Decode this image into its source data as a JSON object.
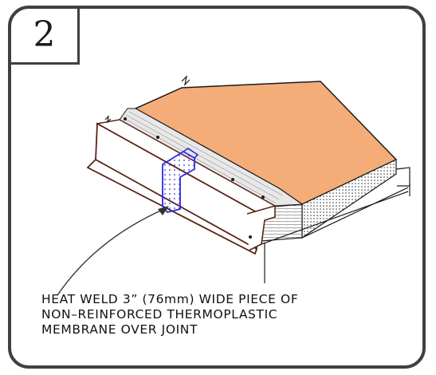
{
  "detail": {
    "step_number": "2",
    "caption_lines": [
      "HEAT WELD 3” (76mm) WIDE PIECE OF",
      "NON–REINFORCED THERMOPLASTIC",
      "MEMBRANE OVER JOINT"
    ]
  },
  "colors": {
    "frame": "#404040",
    "insulation_board": "#f4ad79",
    "metal_edge": "#5a2418",
    "weld_patch": "#2a2ae6",
    "line": "#1a1a1a"
  }
}
